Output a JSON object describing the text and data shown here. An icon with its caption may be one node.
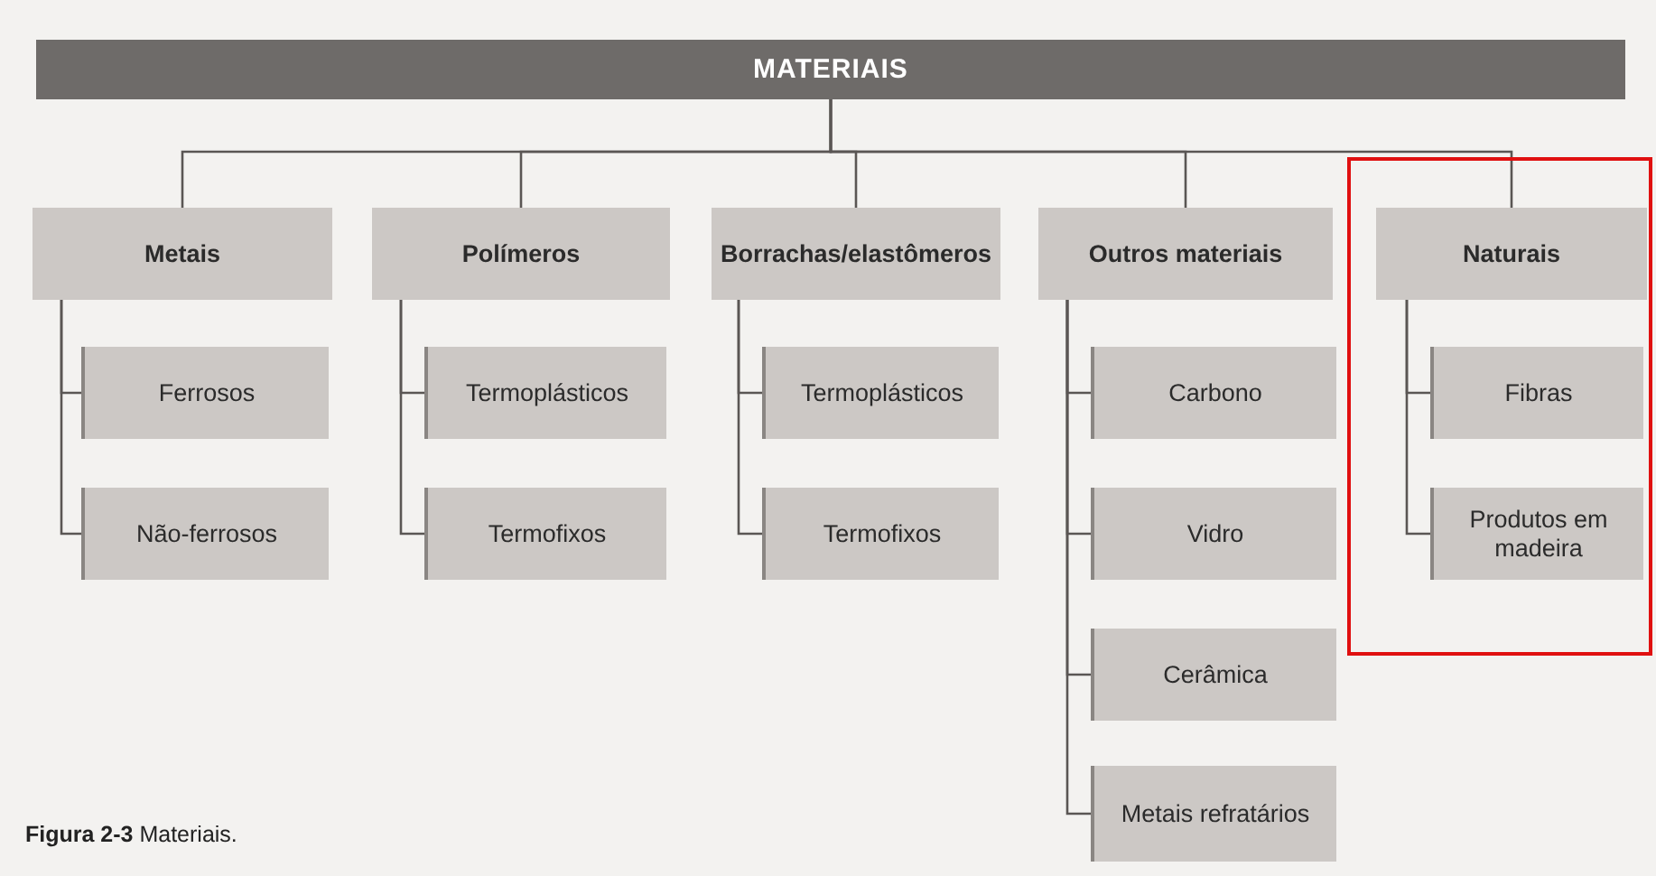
{
  "diagram": {
    "caption": "**Figura 2-3** Materiais.",
    "nodes": [
      {
        "text": [
          "MATERIAIS"
        ]
      },
      {
        "text": [
          "Metais"
        ]
      },
      {
        "text": [
          "Ferrosos"
        ]
      },
      {
        "text": [
          "Não-ferrosos"
        ]
      },
      {
        "text": [
          "Polímeros"
        ]
      },
      {
        "text": [
          "Termoplásticos"
        ]
      },
      {
        "text": [
          "Termofixos"
        ]
      },
      {
        "text": [
          "Borrachas/elastômeros"
        ]
      },
      {
        "text": [
          "Termoplásticos"
        ]
      },
      {
        "text": [
          "Termofixos"
        ]
      },
      {
        "text": [
          "Outros materiais"
        ]
      },
      {
        "text": [
          "Carbono"
        ]
      },
      {
        "text": [
          "Vidro"
        ]
      },
      {
        "text": [
          "Cerâmica"
        ]
      },
      {
        "text": [
          "Metais refratários"
        ]
      },
      {
        "text": [],
        "shape": "box"
      },
      {
        "text": [
          "Naturais"
        ],
        "in": 15
      },
      {
        "text": [
          "Fibras"
        ],
        "in": 15
      },
      {
        "text": [
          "Produtos em madeira"
        ],
        "in": 15
      }
    ],
    "edges": [
      {
        "from": 0,
        "to": 1,
        "arrow": "none"
      },
      {
        "from": 0,
        "to": 4,
        "arrow": "none"
      },
      {
        "from": 0,
        "to": 7,
        "arrow": "none"
      },
      {
        "from": 0,
        "to": 10,
        "arrow": "none"
      },
      {
        "from": 0,
        "to": 16,
        "arrow": "none"
      },
      {
        "from": 1,
        "to": 2,
        "arrow": "none"
      },
      {
        "from": 1,
        "to": 3,
        "arrow": "none"
      },
      {
        "from": 4,
        "to": 5,
        "arrow": "none"
      },
      {
        "from": 4,
        "to": 6,
        "arrow": "none"
      },
      {
        "from": 7,
        "to": 8,
        "arrow": "none"
      },
      {
        "from": 7,
        "to": 9,
        "arrow": "none"
      },
      {
        "from": 10,
        "to": 11,
        "arrow": "none"
      },
      {
        "from": 10,
        "to": 12,
        "arrow": "none"
      },
      {
        "from": 10,
        "to": 13,
        "arrow": "none"
      },
      {
        "from": 10,
        "to": 14,
        "arrow": "none"
      },
      {
        "from": 16,
        "to": 17,
        "arrow": "none"
      },
      {
        "from": 16,
        "to": 18,
        "arrow": "none"
      }
    ]
  }
}
